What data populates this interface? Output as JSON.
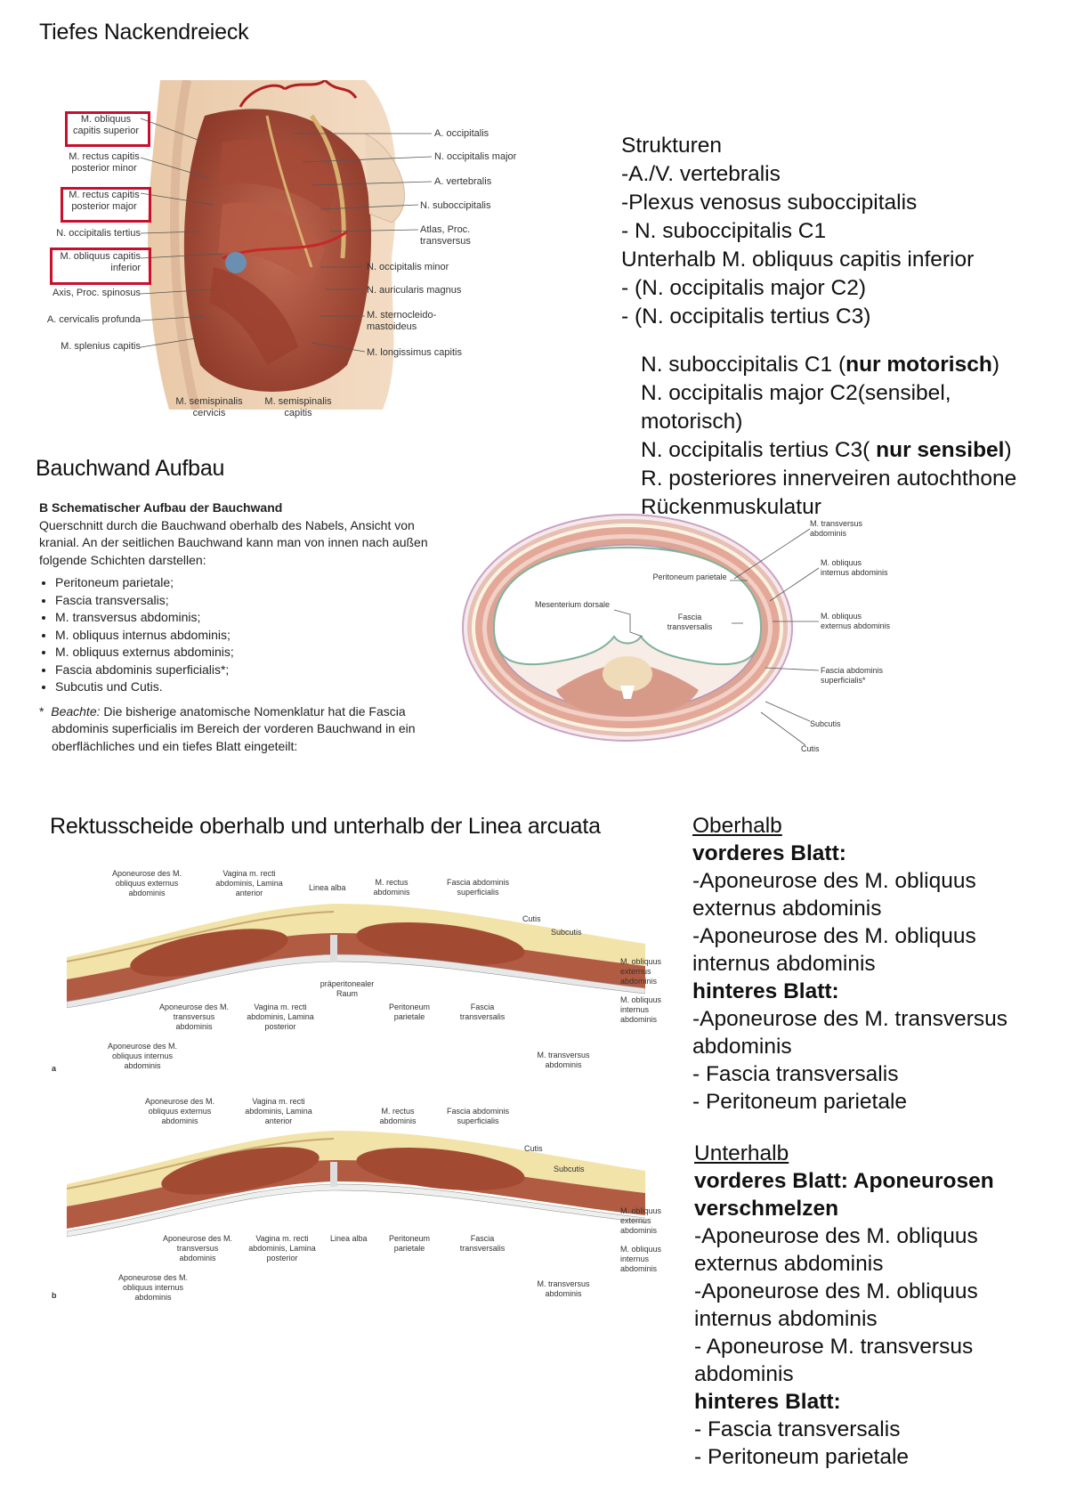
{
  "section1": {
    "title": "Tiefes Nackendreieck",
    "figure_labels_left": [
      "M. obliquus capitis superior",
      "M. rectus capitis posterior minor",
      "M. rectus capitis posterior major",
      "N. occipitalis tertius",
      "M. obliquus capitis inferior",
      "Axis, Proc. spinosus",
      "A. cervicalis profunda",
      "M. splenius capitis"
    ],
    "figure_labels_right": [
      "A. occipitalis",
      "N. occipitalis major",
      "A. vertebralis",
      "N. suboccipitalis",
      "Atlas, Proc. transversus",
      "N. occipitalis minor",
      "N. auricularis magnus",
      "M. sternocleido-mastoideus",
      "M. longissimus capitis"
    ],
    "figure_labels_bottom": [
      "M. semispinalis cervicis",
      "M. semispinalis capitis"
    ],
    "notes": [
      "Strukturen",
      "-A./V. vertebralis",
      "-Plexus venosus suboccipitalis",
      "- N. suboccipitalis C1",
      "Unterhalb M. obliquus capitis inferior",
      "- (N. occipitalis major C2)",
      "- (N. occipitalis tertius C3)"
    ],
    "nerves": {
      "n1_pre": "N. suboccipitalis C1 (",
      "n1_bold": "nur motorisch",
      "n1_post": ")",
      "n2_line1": "N. occipitalis major C2(sensibel,",
      "n2_line2": "motorisch)",
      "n3_pre": "N. occipitalis tertius C3( ",
      "n3_bold": "nur sensibel",
      "n3_post": ")",
      "n4_line1": "R. posteriores innerveiren autochthone",
      "n4_line2": "Rückenmuskulatur"
    }
  },
  "section2": {
    "title": "Bauchwand Aufbau",
    "box_heading": "B  Schematischer Aufbau der Bauchwand",
    "box_intro": "Querschnitt durch die Bauchwand oberhalb des Nabels, Ansicht von kranial. An der seitlichen Bauchwand kann man von innen nach außen folgende Schichten darstellen:",
    "layers": [
      "Peritoneum parietale;",
      "Fascia transversalis;",
      "M. transversus abdominis;",
      "M. obliquus internus abdominis;",
      "M. obliquus externus abdominis;",
      "Fascia abdominis superficialis*;",
      "Subcutis und Cutis."
    ],
    "note_marker": "*",
    "note_italic": "Beachte:",
    "note_text": " Die bisherige anatomische Nomenklatur hat die Fascia abdominis superficialis im Bereich der vorderen Bauchwand in ein oberflächliches und ein tiefes Blatt eingeteilt:",
    "figure_labels": {
      "transversus": "M. transversus abdominis",
      "internus": "M. obliquus internus abdominis",
      "externus": "M. obliquus externus abdominis",
      "fascia_sup": "Fascia abdominis superficialis*",
      "subcutis": "Subcutis",
      "cutis": "Cutis",
      "peritoneum": "Peritoneum parietale",
      "fascia_tr": "Fascia transversalis",
      "mesenterium": "Mesenterium dorsale"
    }
  },
  "section3": {
    "title": "Rektusscheide oberhalb und unterhalb der Linea arcuata",
    "fig_a": {
      "marker": "a",
      "top_labels": [
        "Aponeurose des M. obliquus externus abdominis",
        "Vagina m. recti abdominis, Lamina anterior",
        "Linea alba",
        "M. rectus abdominis",
        "Fascia abdominis superficialis",
        "Cutis",
        "Subcutis"
      ],
      "right_labels": [
        "M. obliquus externus abdominis",
        "M. obliquus internus abdominis"
      ],
      "bottom_labels": [
        "präperitonealer Raum",
        "Aponeurose des M. transversus abdominis",
        "Vagina m. recti abdominis, Lamina posterior",
        "Peritoneum parietale",
        "Fascia transversalis",
        "Aponeurose des M. obliquus internus abdominis",
        "M. transversus abdominis"
      ]
    },
    "fig_b": {
      "marker": "b",
      "top_labels": [
        "Aponeurose des M. obliquus externus abdominis",
        "Vagina m. recti abdominis, Lamina anterior",
        "M. rectus abdominis",
        "Fascia abdominis superficialis",
        "Cutis",
        "Subcutis"
      ],
      "right_labels": [
        "M. obliquus externus abdominis",
        "M. obliquus internus abdominis"
      ],
      "bottom_labels": [
        "Aponeurose des M. transversus abdominis",
        "Vagina m. recti abdominis, Lamina posterior",
        "Linea alba",
        "Peritoneum parietale",
        "Fascia transversalis",
        "Aponeurose des M. obliquus internus abdominis",
        "M. transversus abdominis"
      ]
    },
    "oberhalb": {
      "heading": "Oberhalb",
      "vorderes": "vorderes Blatt:",
      "v_items": [
        "-Aponeurose des M. obliquus",
        "externus abdominis",
        "-Aponeurose des M. obliquus",
        "internus abdominis"
      ],
      "hinteres": "hinteres Blatt:",
      "h_items": [
        "-Aponeurose des M. transversus",
        "abdominis",
        "- Fascia transversalis",
        "- Peritoneum parietale"
      ]
    },
    "unterhalb": {
      "heading": "Unterhalb",
      "vorderes1": "vorderes Blatt: Aponeurosen",
      "vorderes2": "verschmelzen",
      "v_items": [
        "-Aponeurose des M. obliquus",
        "externus abdominis",
        "-Aponeurose des M. obliquus",
        "internus abdominis",
        "- Aponeurose M. transversus",
        "abdominis"
      ],
      "hinteres": "hinteres Blatt:",
      "h_items": [
        "- Fascia transversalis",
        "- Peritoneum parietale"
      ]
    }
  }
}
